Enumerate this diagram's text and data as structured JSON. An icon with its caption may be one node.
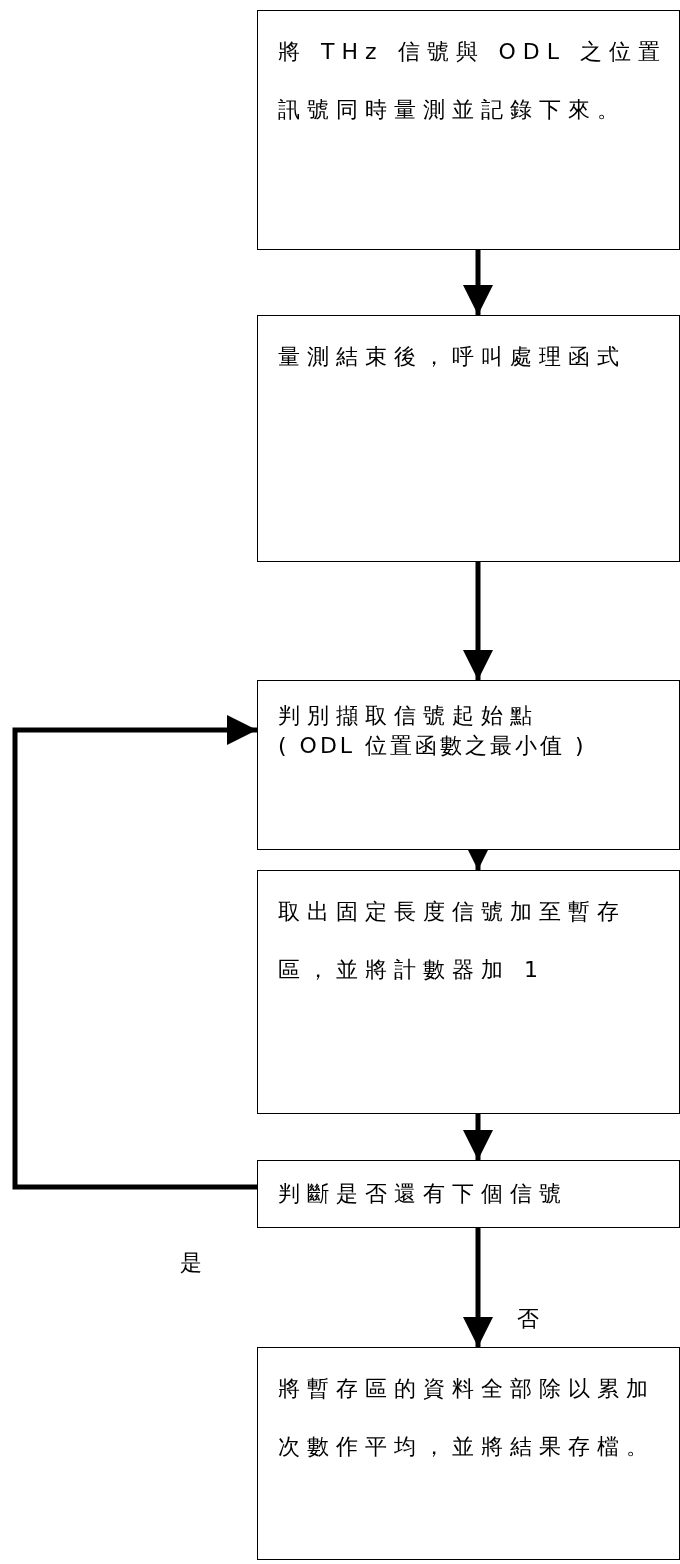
{
  "diagram": {
    "nodes": [
      {
        "text": [
          "將 THz 信號與 ODL 之位置訊號同時量測並記錄下來。"
        ]
      },
      {
        "text": [
          "量測結束後，呼叫處理函式"
        ]
      },
      {
        "text": [
          "判別擷取信號起始點",
          "( ODL 位置函數之最小值 )"
        ]
      },
      {
        "text": [
          "取出固定長度信號加至暫存區，並將計數器加 1"
        ]
      },
      {
        "text": [
          "判斷是否還有下個信號"
        ]
      },
      {
        "text": [
          "將暫存區的資料全部除以累加次數作平均，並將結果存檔。"
        ]
      }
    ],
    "edges": [
      {
        "from": 0,
        "to": 1,
        "arrow": "to"
      },
      {
        "from": 1,
        "to": 2,
        "arrow": "to"
      },
      {
        "from": 2,
        "to": 3,
        "arrow": "to"
      },
      {
        "from": 3,
        "to": 4,
        "arrow": "to"
      },
      {
        "from": 4,
        "to": 2,
        "arrow": "to",
        "label": "是"
      },
      {
        "from": 4,
        "to": 5,
        "arrow": "to",
        "label": "否"
      }
    ]
  }
}
